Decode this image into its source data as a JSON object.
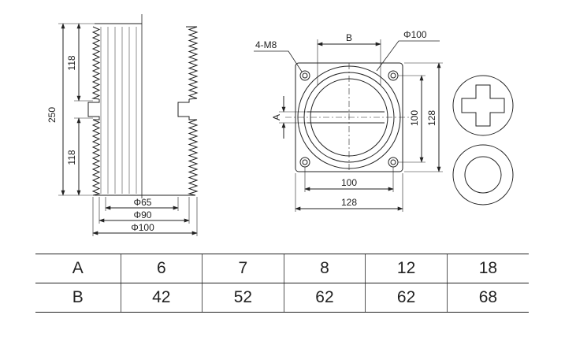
{
  "side_view": {
    "dim_total_height": "250",
    "dim_upper_section": "118",
    "dim_lower_section": "118",
    "dia_inner": "Φ65",
    "dia_middle": "Φ90",
    "dia_outer": "Φ100"
  },
  "top_view": {
    "bolt_label": "4-M8",
    "label_b": "B",
    "label_a": "A",
    "dia_label": "Φ100",
    "bolt_spacing_h": "100",
    "flange_width": "128",
    "bolt_spacing_v": "100",
    "flange_height": "128"
  },
  "table": {
    "rows": [
      {
        "label": "A",
        "values": [
          "6",
          "7",
          "8",
          "12",
          "18"
        ]
      },
      {
        "label": "B",
        "values": [
          "42",
          "52",
          "62",
          "62",
          "68"
        ]
      }
    ]
  },
  "colors": {
    "line": "#222222",
    "background": "#ffffff"
  }
}
